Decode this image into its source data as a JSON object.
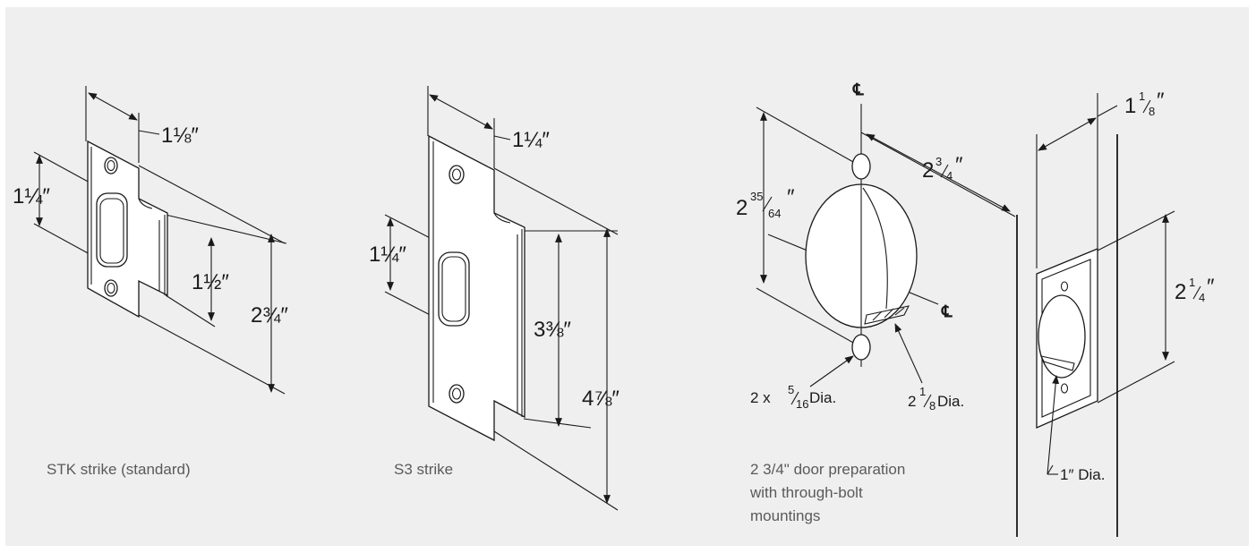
{
  "panels": {
    "stk": {
      "caption": "STK strike (standard)",
      "dims": {
        "width": "1⅛″",
        "keeper": "1¼″",
        "lip": "1½″",
        "height": "2¾″"
      }
    },
    "s3": {
      "caption": "S3 strike",
      "dims": {
        "width": "1¼″",
        "keeper": "1¼″",
        "lip": "3⅜″",
        "height": "4⅞″"
      }
    },
    "door": {
      "caption_lines": [
        "2 3/4\" door preparation",
        "with through-bolt",
        "mountings"
      ],
      "centerline_symbol": "℄",
      "dims": {
        "height_main": "2",
        "height_num": "35",
        "height_den": "64",
        "backset_main": "2",
        "backset_num": "3",
        "backset_den": "4",
        "bolt_prefix": "2 x ",
        "bolt_num": "5",
        "bolt_den": "16",
        "bolt_suffix": " Dia.",
        "bore_main": "2",
        "bore_num": "1",
        "bore_den": "8",
        "bore_suffix": " Dia."
      }
    },
    "edge": {
      "dims": {
        "width_main": "1",
        "width_num": "1",
        "width_den": "8",
        "height_main": "2",
        "height_num": "1",
        "height_den": "4",
        "hole_dia": "1″ Dia."
      }
    }
  },
  "colors": {
    "panel_bg": "#efefef",
    "line": "#1a1a1a",
    "caption": "#5a5a5a"
  }
}
